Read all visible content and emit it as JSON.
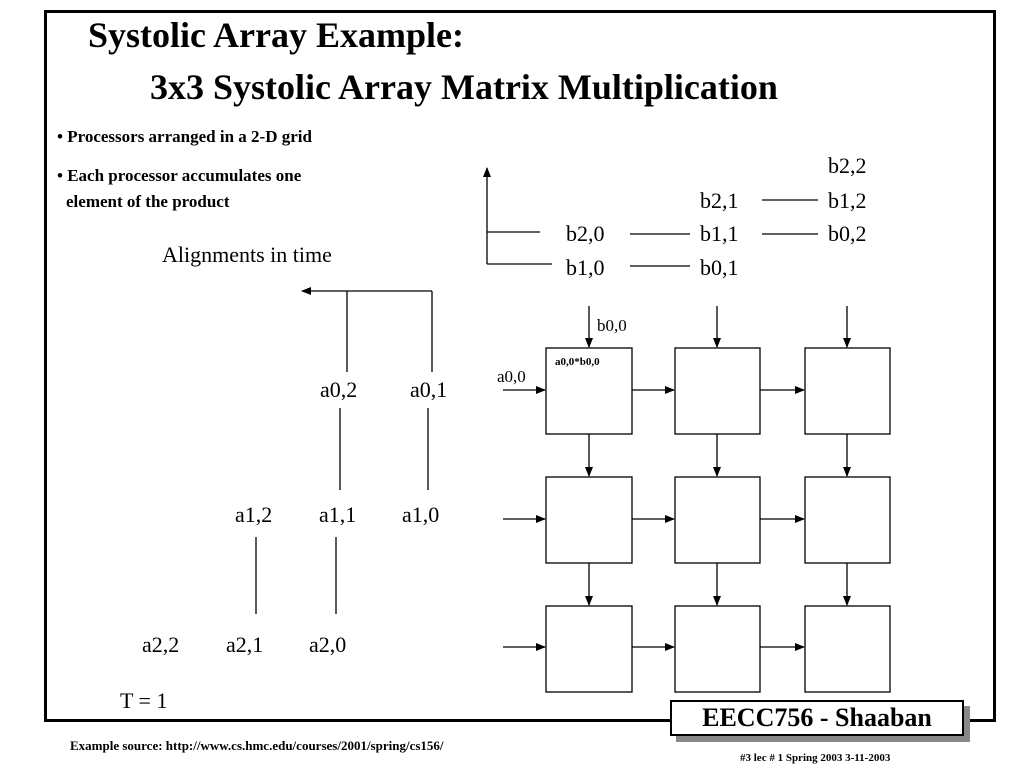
{
  "slide": {
    "title_line1": "Systolic Array  Example:",
    "title_line2": "3x3 Systolic Array Matrix Multiplication",
    "bullets": [
      "• Processors arranged in a 2-D grid",
      "• Each processor accumulates one",
      "element of the product"
    ],
    "alignments_label": "Alignments in time",
    "time_label": "T = 1"
  },
  "b_inputs": {
    "row_top": [
      "b2,2"
    ],
    "row_2": [
      "b2,1",
      "b1,2"
    ],
    "row_3": [
      "b2,0",
      "b1,1",
      "b0,2"
    ],
    "row_4": [
      "b1,0",
      "b0,1"
    ]
  },
  "a_inputs": {
    "row_1": [
      "a0,2",
      "a0,1"
    ],
    "row_2": [
      "a1,2",
      "a1,1",
      "a1,0"
    ],
    "row_3": [
      "a2,2",
      "a2,1",
      "a2,0"
    ]
  },
  "grid": {
    "entering_b": "b0,0",
    "entering_a": "a0,0",
    "cell_00_product": "a0,0*b0,0"
  },
  "footer": {
    "logo": "EECC756 - Shaaban",
    "source": "Example source:  http://www.cs.hmc.edu/courses/2001/spring/cs156/",
    "slide_info": "#3   lec # 1    Spring 2003   3-11-2003"
  }
}
